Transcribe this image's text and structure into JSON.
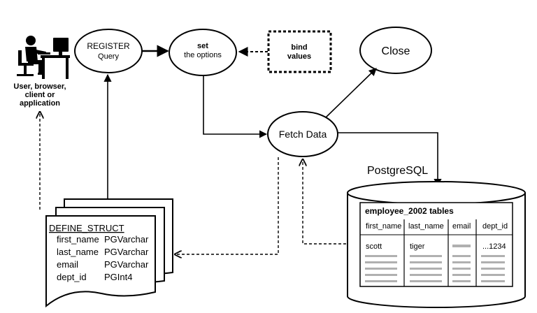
{
  "user": {
    "icon": "person-at-computer-icon",
    "label_lines": [
      "User, browser,",
      "client or",
      "application"
    ]
  },
  "register": {
    "title": "REGISTER",
    "subtitle": "Query"
  },
  "set_options": {
    "title": "set",
    "subtitle": "the options"
  },
  "bind_values": {
    "line1": "bind",
    "line2": "values"
  },
  "close": {
    "label": "Close"
  },
  "fetch": {
    "label": "Fetch Data"
  },
  "database": {
    "name": "PostgreSQL",
    "table_title": "employee_2002 tables",
    "columns": [
      "first_name",
      "last_name",
      "email",
      "dept_id"
    ],
    "first_row": [
      "scott",
      "tiger",
      "",
      "...1234"
    ]
  },
  "define_struct": {
    "title": "DEFINE_STRUCT",
    "fields": [
      {
        "name": "first_name",
        "type": "PGVarchar"
      },
      {
        "name": "last_name",
        "type": "PGVarchar"
      },
      {
        "name": "email",
        "type": "PGVarchar"
      },
      {
        "name": "dept_id",
        "type": "PGInt4"
      }
    ]
  }
}
